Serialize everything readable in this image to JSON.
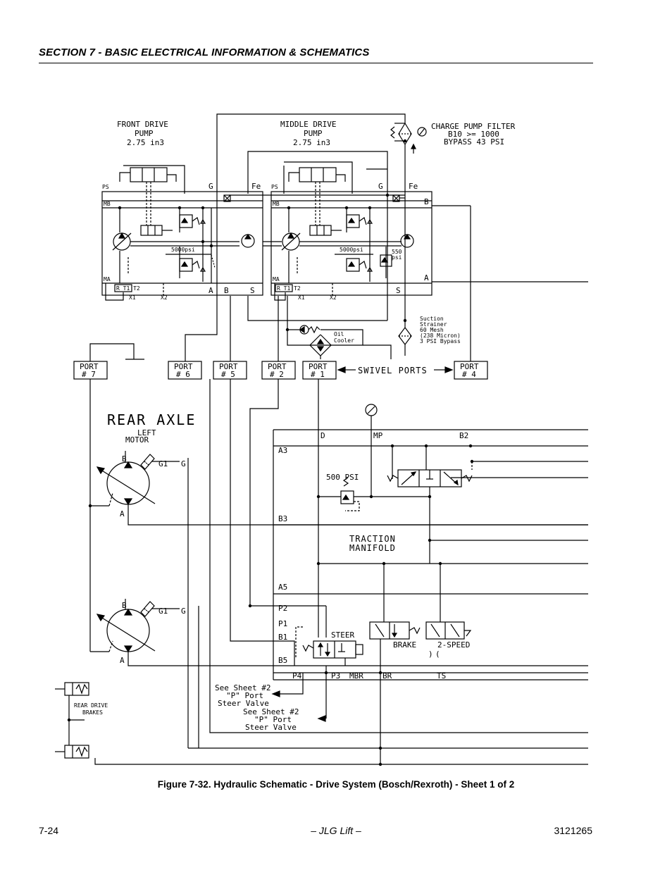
{
  "header": {
    "section_title": "SECTION 7 - BASIC ELECTRICAL INFORMATION & SCHEMATICS"
  },
  "schematic": {
    "front_pump": {
      "title1": "FRONT DRIVE",
      "title2": "PUMP",
      "title3": "2.75 in3",
      "ps": "PS",
      "mb": "MB",
      "ma": "MA",
      "g": "G",
      "fe": "Fe",
      "a": "A",
      "b": "B",
      "s": "S",
      "x1": "X1",
      "x2": "X2",
      "relief": "5000psi",
      "ports": "R T1 T2"
    },
    "middle_pump": {
      "title1": "MIDDLE DRIVE",
      "title2": "PUMP",
      "title3": "2.75 in3",
      "ps": "PS",
      "mb": "MB",
      "ma": "MA",
      "g": "G",
      "fe": "Fe",
      "b": "B",
      "a": "A",
      "s": "S",
      "x1": "X1",
      "x2": "X2",
      "relief": "5000psi",
      "relief2a": "550",
      "relief2b": "psi",
      "ports": "R T1 T2"
    },
    "charge_filter": {
      "line1": "CHARGE PUMP FILTER",
      "line2": "B10 >= 1000",
      "line3": "BYPASS 43 PSI"
    },
    "suction_strainer": {
      "line1": "Suction",
      "line2": "Strainer",
      "line3": "60 Mesh",
      "line4": "(238 Micron)",
      "line5": "3 PSI Bypass"
    },
    "oil_cooler": {
      "line1": "Oil",
      "line2": "Cooler"
    },
    "ports": [
      {
        "line1": "PORT",
        "line2": "# 7"
      },
      {
        "line1": "PORT",
        "line2": "# 6"
      },
      {
        "line1": "PORT",
        "line2": "# 5"
      },
      {
        "line1": "PORT",
        "line2": "# 2"
      },
      {
        "line1": "PORT",
        "line2": "# 1"
      },
      {
        "line1": "PORT",
        "line2": "# 4"
      }
    ],
    "swivel_ports": "SWIVEL PORTS",
    "rear_axle": "REAR AXLE",
    "left_motor": {
      "line1": "LEFT",
      "line2": "MOTOR",
      "b": "B",
      "a": "A",
      "g1": "G1",
      "g": "G"
    },
    "motor2": {
      "b": "B",
      "a": "A",
      "g1": "G1",
      "g": "G"
    },
    "manifold": {
      "line1": "TRACTION",
      "line2": "MANIFOLD",
      "d": "D",
      "mp": "MP",
      "b2": "B2",
      "a3": "A3",
      "b3": "B3",
      "a5": "A5",
      "p2": "P2",
      "p1": "P1",
      "b1": "B1",
      "b5": "B5",
      "p4": "P4",
      "p3": "P3",
      "mbr": "MBR",
      "br": "BR",
      "ts": "TS",
      "psi500": "500 PSI",
      "steer": "STEER",
      "brake": "BRAKE",
      "two_speed": "2-SPEED"
    },
    "see_sheet_1": {
      "line1": "See Sheet #2",
      "line2": "\"P\" Port",
      "line3": "Steer Valve"
    },
    "see_sheet_2": {
      "line1": "See Sheet #2",
      "line2": "\"P\" Port",
      "line3": "Steer Valve"
    },
    "rear_brakes": {
      "line1": "REAR DRIVE",
      "line2": "BRAKES"
    }
  },
  "caption": "Figure 7-32.  Hydraulic Schematic - Drive System (Bosch/Rexroth) - Sheet 1 of 2",
  "footer": {
    "page": "7-24",
    "center": "– JLG Lift –",
    "doc_number": "3121265"
  }
}
